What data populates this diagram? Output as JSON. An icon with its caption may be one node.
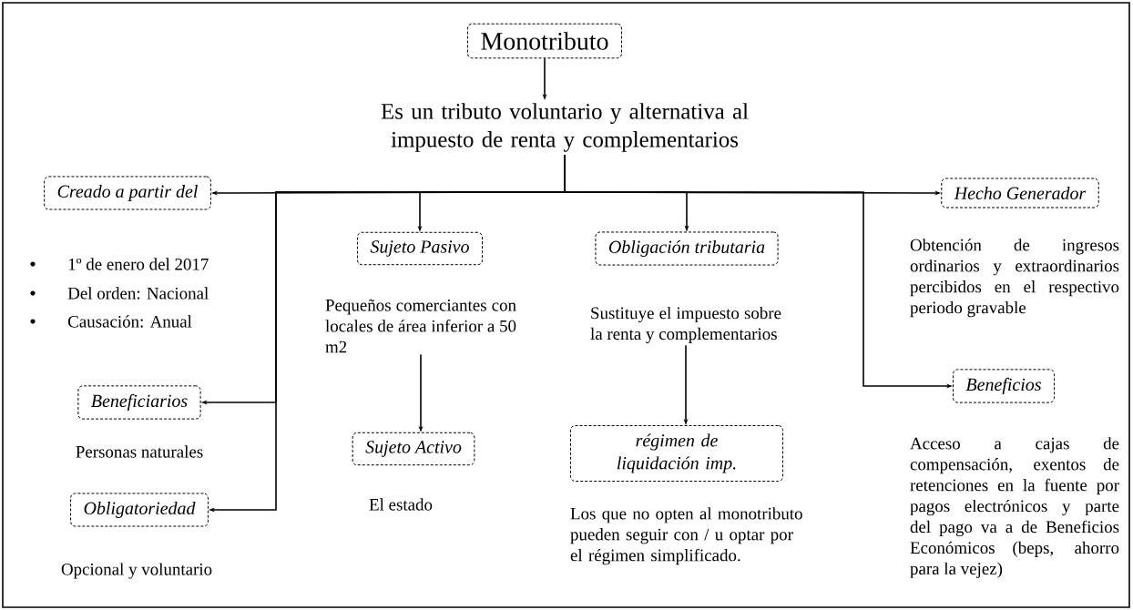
{
  "diagram": {
    "nodes": [
      {
        "text": [
          "Monotributo"
        ]
      },
      {
        "text": [
          "Es un tributo voluntario y alternativa al impuesto de renta y complementarios"
        ]
      },
      {
        "text": [
          "Creado a partir del"
        ],
        "beside": [
          "1º de enero del 2017",
          "Del orden: Nacional",
          "Causación: Anual"
        ]
      },
      {
        "text": [
          "Sujeto Pasivo"
        ]
      },
      {
        "text": [
          "Obligación tributaria"
        ]
      },
      {
        "text": [
          "Hecho Generador"
        ],
        "beside": [
          "Obtención de ingresos ordinarios y extraordinarios percibidos en el respectivo periodo gravable"
        ]
      },
      {
        "text": [
          "Beneficiarios"
        ],
        "beside": [
          "Personas naturales"
        ]
      },
      {
        "text": [
          "Obligatoriedad"
        ],
        "beside": [
          "Opcional y voluntario"
        ]
      },
      {
        "text": [
          "Pequeños comerciantes con locales de área inferior a 50 m2"
        ]
      },
      {
        "text": [
          "Sujeto Activo"
        ],
        "beside": [
          "El estado"
        ]
      },
      {
        "text": [
          "Sustituye el impuesto sobre la renta y complementarios"
        ]
      },
      {
        "text": [
          "régimen de liquidación imp."
        ],
        "beside": [
          "Los que no opten al monotributo pueden seguir con / u optar por el régimen simplificado."
        ]
      },
      {
        "text": [
          "Beneficios"
        ],
        "beside": [
          "Acceso a cajas de compensación, exentos de retenciones en la fuente por pagos electrónicos y parte del pago va a de Beneficios Económicos (beps, ahorro para la vejez)"
        ]
      }
    ],
    "edges": [
      {
        "from": 0,
        "to": 1,
        "arrow": "to"
      },
      {
        "from": 1,
        "to": 2,
        "arrow": "to"
      },
      {
        "from": 1,
        "to": 3,
        "arrow": "to"
      },
      {
        "from": 1,
        "to": 4,
        "arrow": "to"
      },
      {
        "from": 1,
        "to": 5,
        "arrow": "to"
      },
      {
        "from": 1,
        "to": 6,
        "arrow": "to"
      },
      {
        "from": 1,
        "to": 7,
        "arrow": "to"
      },
      {
        "from": 1,
        "to": 12,
        "arrow": "to"
      },
      {
        "from": 8,
        "to": 9,
        "arrow": "to"
      },
      {
        "from": 10,
        "to": 11,
        "arrow": "to"
      }
    ]
  }
}
